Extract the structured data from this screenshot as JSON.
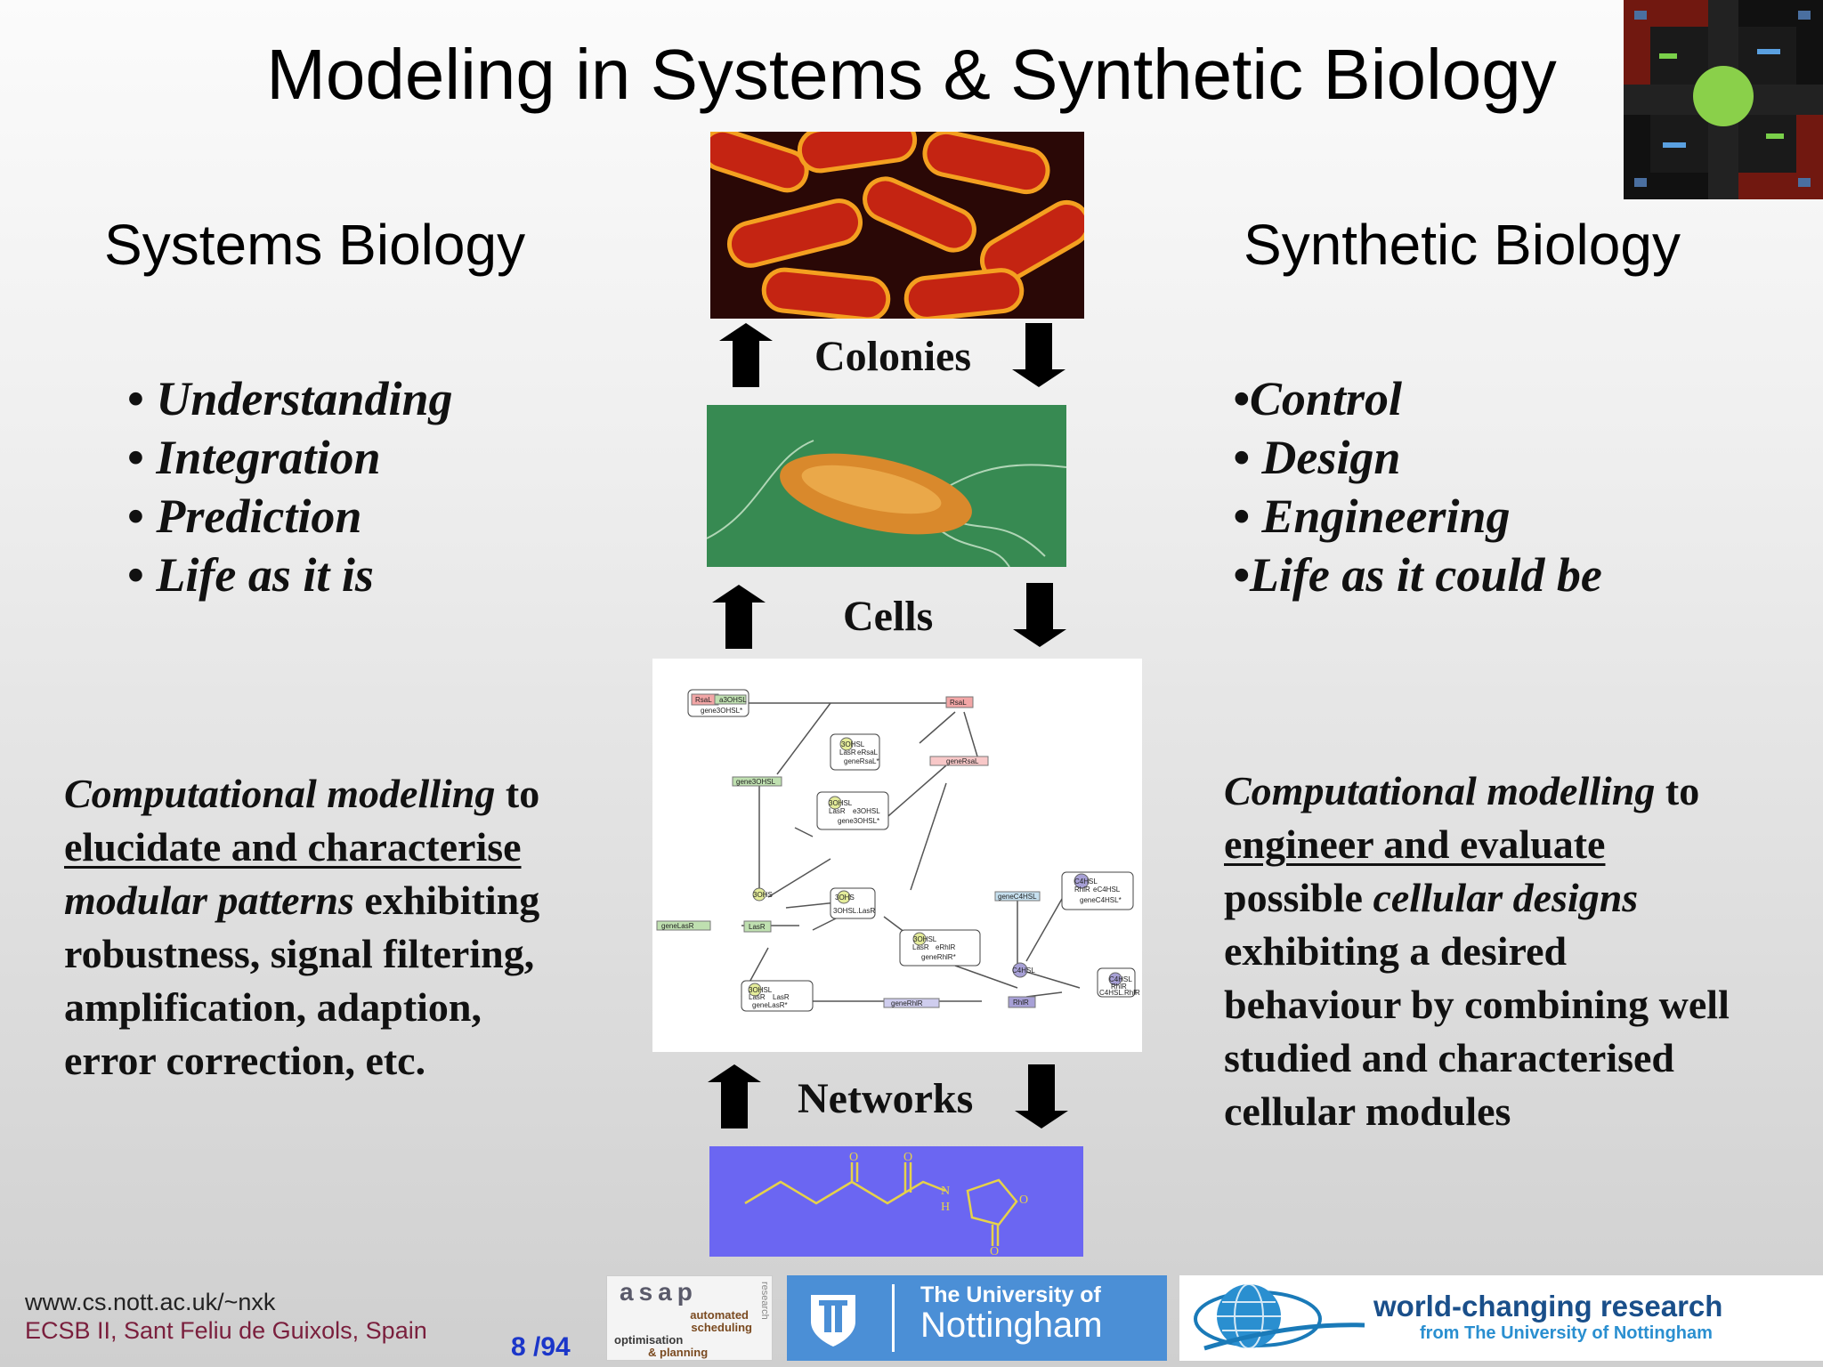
{
  "slide": {
    "title": "Modeling in Systems & Synthetic Biology",
    "left": {
      "heading": "Systems Biology",
      "bullets": [
        "Understanding",
        "Integration",
        "Prediction",
        "Life as it is"
      ],
      "para": {
        "p1_italic": "Computational modelling",
        "p1_rest": " to",
        "p2_underlined": "elucidate and characterise",
        "p3_italic": "modular patterns",
        "p3_rest": " exhibiting",
        "p4": "robustness, signal filtering,",
        "p5": "amplification, adaption,",
        "p6": "error correction, etc."
      }
    },
    "right": {
      "heading": "Synthetic Biology",
      "bullets": [
        "•Control",
        "• Design",
        "• Engineering",
        "•Life as it could be"
      ],
      "para": {
        "p1_italic": "Computational modelling",
        "p1_rest": " to",
        "p2_underlined": "engineer and  evaluate",
        "p3_pre": "possible ",
        "p3_italic": "cellular designs",
        "p4": "exhibiting a desired",
        "p5": "behaviour by combining well",
        "p6": "studied and  characterised",
        "p7": "cellular modules"
      }
    },
    "levels": {
      "colonies": "Colonies",
      "cells": "Cells",
      "networks": "Networks"
    },
    "network_nodes": [
      "RsaL",
      "a3OHSL",
      "gene3OHSL*",
      "RsaL",
      "3OHSL",
      "LasR",
      "eRsaL",
      "geneRsaL*",
      "geneRsaL",
      "gene3OHSL",
      "3OHSL",
      "LasR",
      "e3OHSL",
      "gene3OHSL*",
      "3OHSL",
      "3OHS",
      "3OHSL.LasR",
      "geneC4HSL",
      "C4HSL",
      "RhlR",
      "eC4HSL",
      "geneC4HSL*",
      "geneLasR",
      "LasR",
      "3OHSL",
      "LasR",
      "eRhlR",
      "geneRhlR*",
      "C4HSL",
      "C4HSL",
      "RhlR",
      "C4HSL.RhlR",
      "3OHSL",
      "LasR",
      "LasR",
      "geneLasR*",
      "geneRhlR",
      "RhlR"
    ],
    "molecule_atoms": [
      "O",
      "O",
      "N",
      "H",
      "O",
      "O"
    ]
  },
  "footer": {
    "url": "www.cs.nott.ac.uk/~nxk",
    "event": "ECSB II, Sant Feliu de Guixols, Spain",
    "page": "8 /94",
    "asap_logo": {
      "name": "asap",
      "side": "research",
      "lines": [
        "automated",
        "scheduling",
        "optimisation",
        "& planning"
      ]
    },
    "nottingham_logo": {
      "line1": "The University of",
      "line2": "Nottingham"
    },
    "wcr_logo": {
      "line1": "world-changing research",
      "line2": "from The University of Nottingham"
    }
  },
  "colors": {
    "footer_event": "#7a1f3d",
    "page_number": "#1b36c9",
    "nottingham_blue": "#4b8fd6",
    "molecule_bg": "#6b66f2",
    "molecule_lines": "#e6d24a"
  }
}
